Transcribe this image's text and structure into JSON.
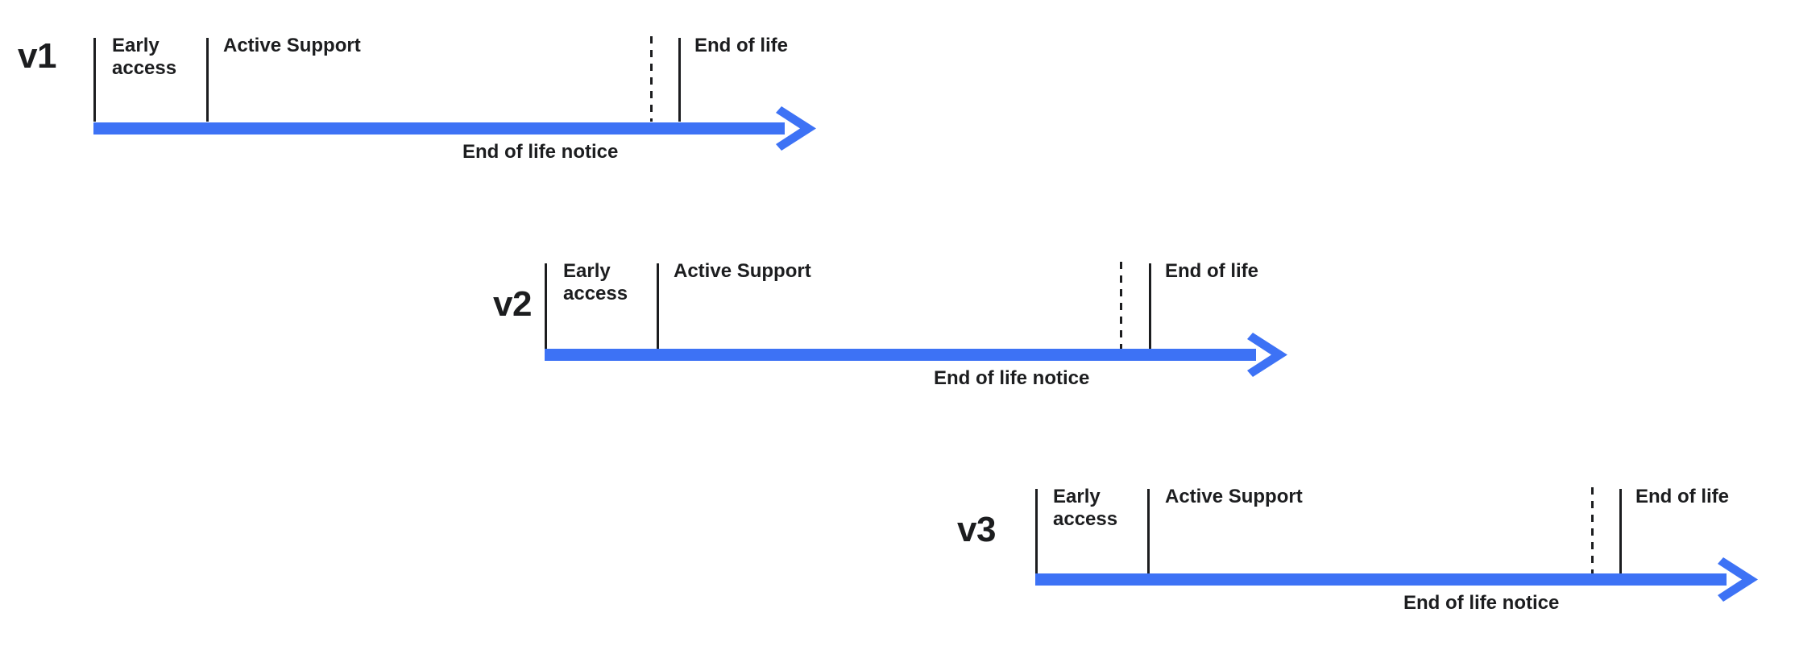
{
  "colors": {
    "arrow_blue": "#3d72f5",
    "text_black": "#1c1d1f",
    "background": "#ffffff"
  },
  "diagram": {
    "title": "",
    "type": "lifecycle-timeline",
    "phase_labels": {
      "early_access": "Early\naccess",
      "active_support": "Active Support",
      "end_of_life": "End of life",
      "end_of_life_notice": "End of life notice"
    },
    "rows": [
      {
        "version": "v1",
        "phases": [
          {
            "name": "early-access",
            "label": "Early\naccess"
          },
          {
            "name": "active-support",
            "label": "Active Support"
          },
          {
            "name": "end-of-life",
            "label": "End of life"
          }
        ],
        "markers": [
          {
            "name": "early-access-start",
            "style": "solid"
          },
          {
            "name": "active-support-start",
            "style": "solid"
          },
          {
            "name": "end-of-life-notice",
            "style": "dashed"
          },
          {
            "name": "end-of-life-start",
            "style": "solid"
          }
        ],
        "arrow_caption": "End of life notice"
      },
      {
        "version": "v2",
        "phases": [
          {
            "name": "early-access",
            "label": "Early\naccess"
          },
          {
            "name": "active-support",
            "label": "Active Support"
          },
          {
            "name": "end-of-life",
            "label": "End of life"
          }
        ],
        "markers": [
          {
            "name": "early-access-start",
            "style": "solid"
          },
          {
            "name": "active-support-start",
            "style": "solid"
          },
          {
            "name": "end-of-life-notice",
            "style": "dashed"
          },
          {
            "name": "end-of-life-start",
            "style": "solid"
          }
        ],
        "arrow_caption": "End of life notice"
      },
      {
        "version": "v3",
        "phases": [
          {
            "name": "early-access",
            "label": "Early\naccess"
          },
          {
            "name": "active-support",
            "label": "Active Support"
          },
          {
            "name": "end-of-life",
            "label": "End of life"
          }
        ],
        "markers": [
          {
            "name": "early-access-start",
            "style": "solid"
          },
          {
            "name": "active-support-start",
            "style": "solid"
          },
          {
            "name": "end-of-life-notice",
            "style": "dashed"
          },
          {
            "name": "end-of-life-start",
            "style": "solid"
          }
        ],
        "arrow_caption": "End of life notice"
      }
    ]
  }
}
